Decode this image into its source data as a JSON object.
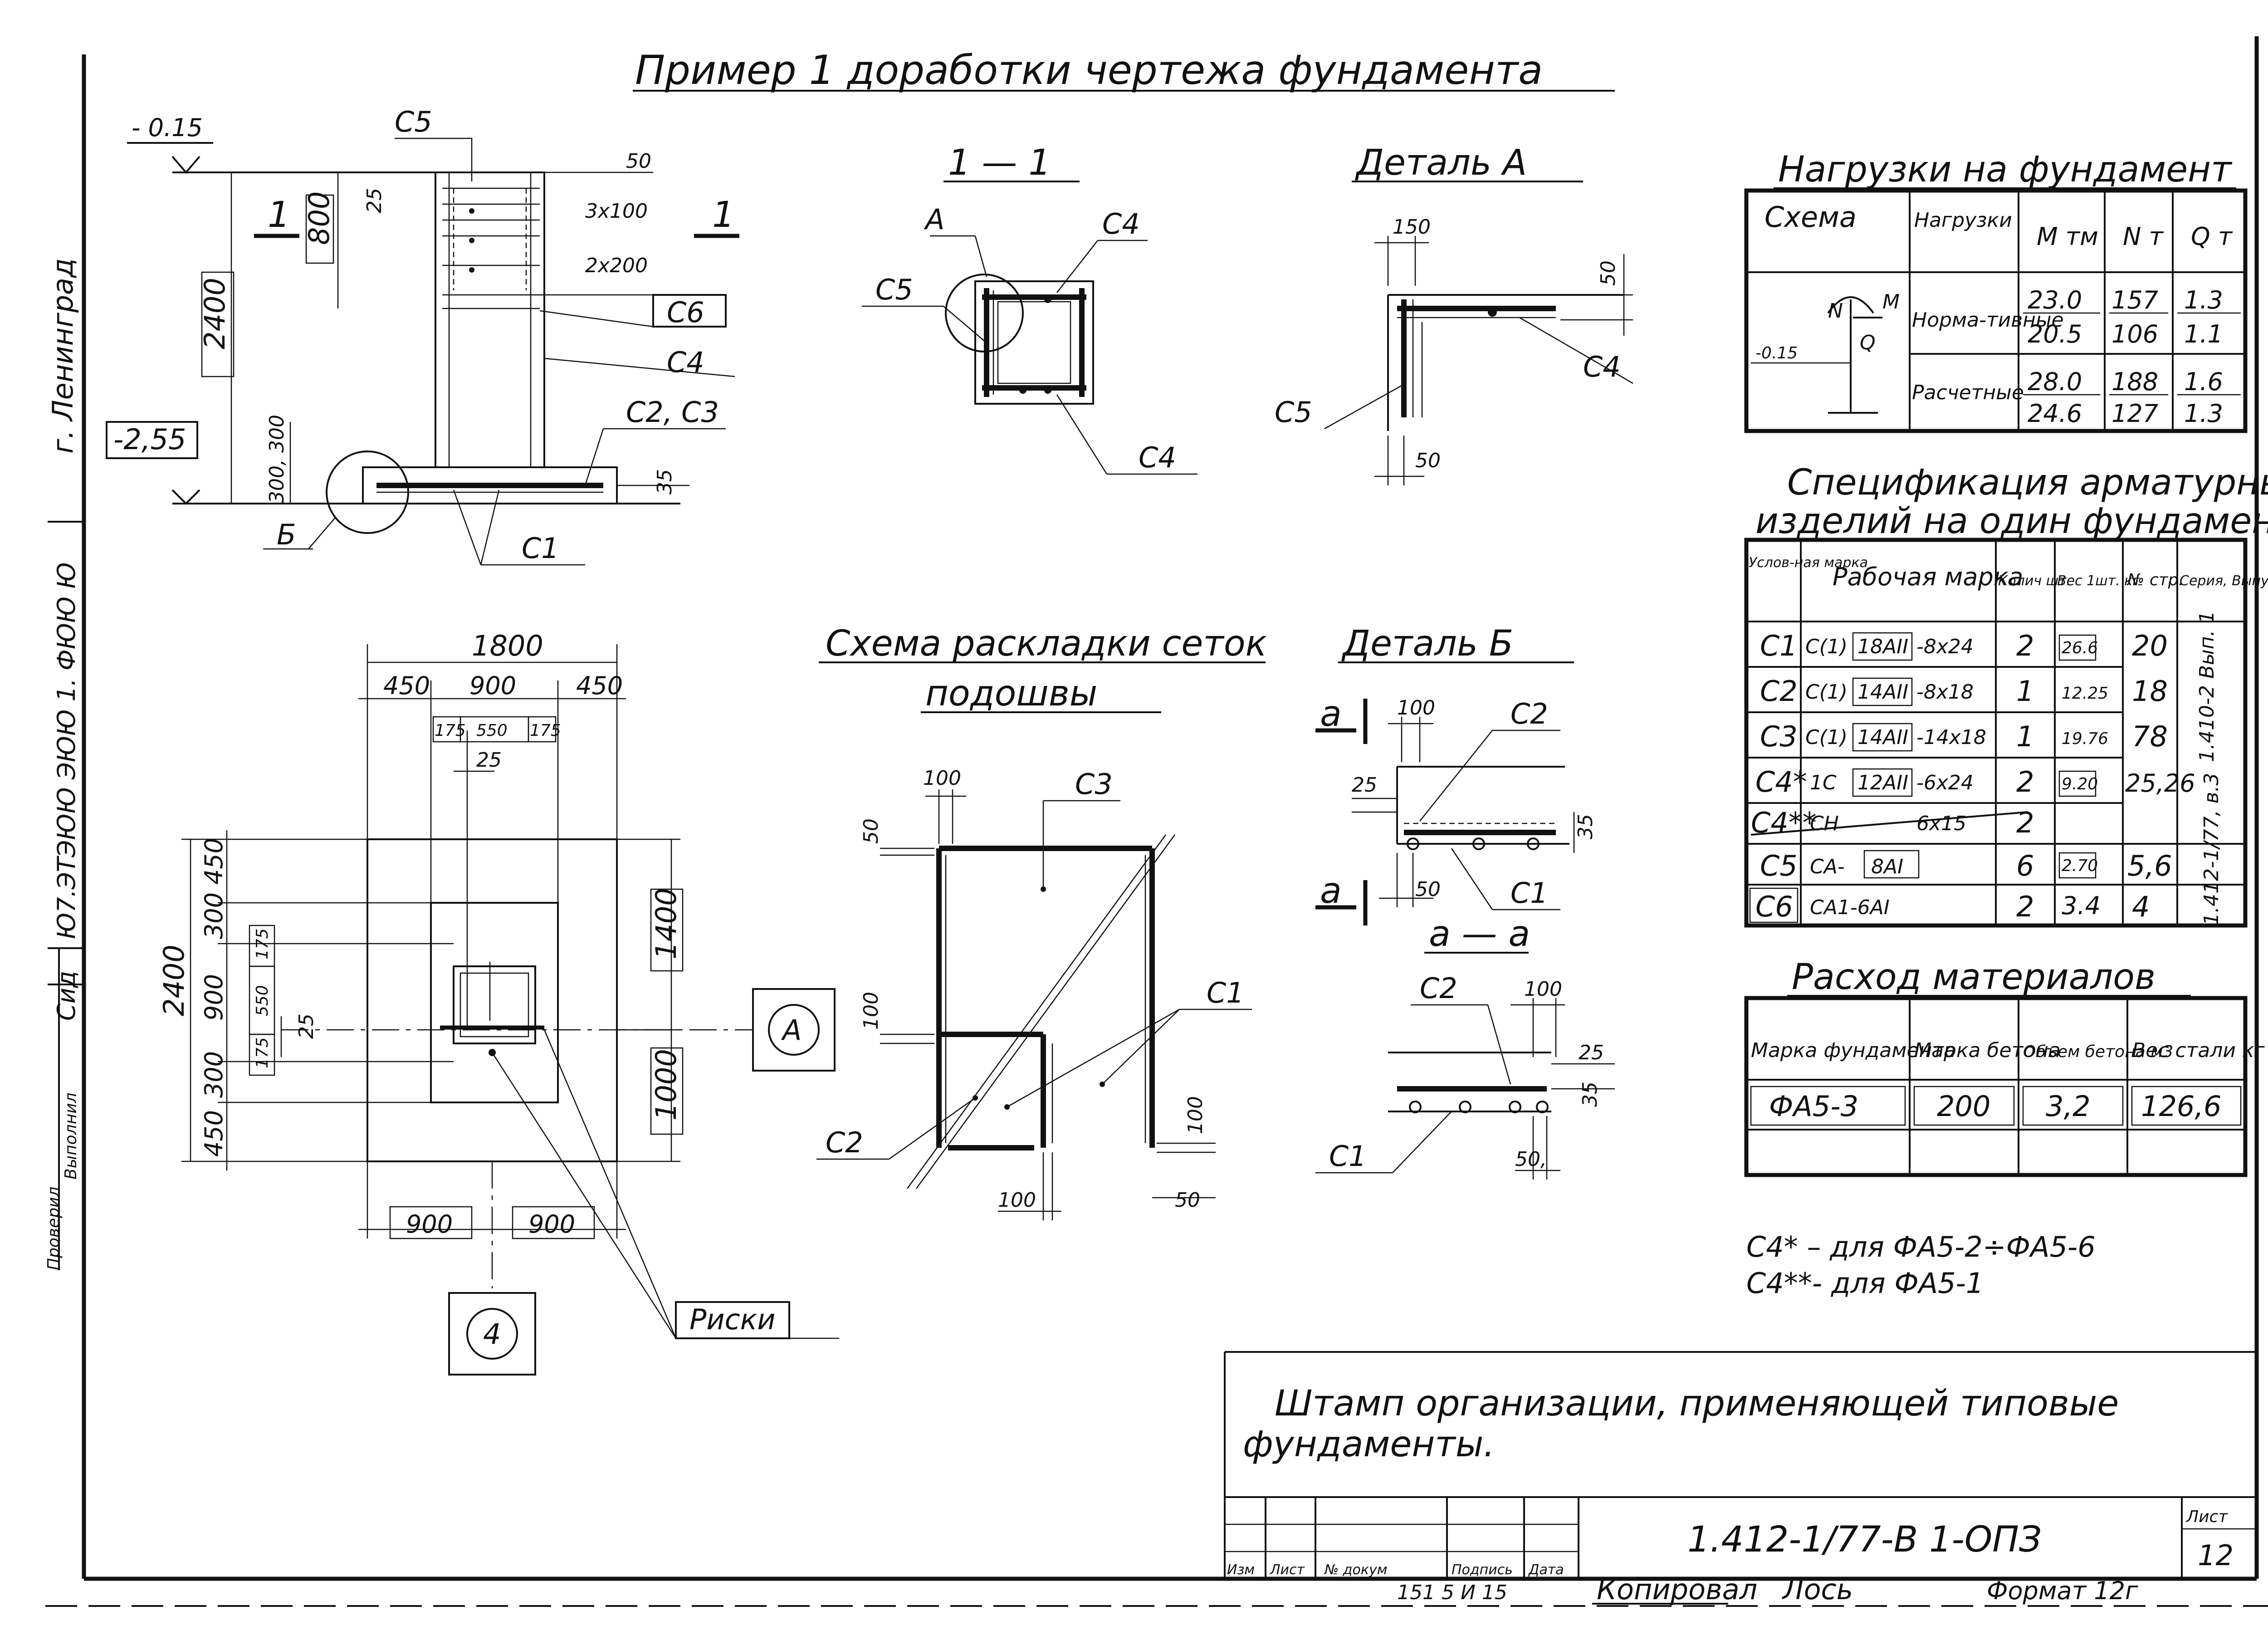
{
  "title": "Пример 1  доработки чертежа фундамента",
  "side": {
    "city": "г. Ленинград",
    "rotated_text": "Ю7.ЭТЭЮЮ   ЭЮЮ   1. ФЮЮ Ю",
    "check": "Проверил",
    "executed": "Выполнил",
    "signature_mark": "Сид"
  },
  "elevation": {
    "top_level": "- 0.15",
    "bottom_level": "-2,55",
    "height": "2400",
    "upper_zone": "800",
    "sub_300_300": "300, 300",
    "dim_25": "25",
    "dim_50": "50",
    "dim_3x100": "3x100",
    "dim_2x200": "2x200",
    "dim_35": "35",
    "c5": "С5",
    "c6": "С6",
    "c4": "С4",
    "c2c3": "С2, С3",
    "c1": "С1",
    "cut_mark": "1",
    "detail_b": "Б"
  },
  "section11": {
    "title": "1 — 1",
    "label_a": "А",
    "c4_top": "С4",
    "c5": "С5",
    "c4_bottom": "С4"
  },
  "detail_a": {
    "title": "Деталь А",
    "d150": "150",
    "d50_top": "50",
    "d50_bottom": "50",
    "c4": "С4",
    "c5": "С5"
  },
  "plan": {
    "width": "1800",
    "w450_left": "450",
    "w900": "900",
    "w450_right": "450",
    "w175_a": "175",
    "w550": "550",
    "w175_b": "175",
    "d25_top": "25",
    "height": "2400",
    "h450_top": "450",
    "h300_top": "300",
    "h175_a": "175",
    "h900": "900",
    "h550": "550",
    "h175_b": "175",
    "h300_bottom": "300",
    "h450_bottom": "450",
    "d25_left": "25",
    "right_1400": "1400",
    "right_1000": "1000",
    "axis_a": "А",
    "bottom_900_left": "900",
    "bottom_900_right": "900",
    "axis_4": "4",
    "marks": "Риски"
  },
  "mesh_scheme": {
    "title_line1": "Схема раскладки сеток",
    "title_line2": "подошвы",
    "d100_top": "100",
    "d50": "50",
    "c3": "С3",
    "d100_left": "100",
    "c1": "С1",
    "c2": "С2",
    "d100_bottom": "100",
    "d100_right": "100",
    "d50_right": "50"
  },
  "detail_b": {
    "title": "Деталь Б",
    "cut_a": "а",
    "d100": "100",
    "c2": "С2",
    "d25": "25",
    "d35": "35",
    "d50": "50",
    "c1": "С1",
    "section_title": "а — а",
    "s_c2": "С2",
    "s_d100": "100",
    "s_d25": "25",
    "s_d35": "35",
    "s_c1": "С1",
    "s_d50": "50,"
  },
  "loads": {
    "title": "Нагрузки на фундамент",
    "headers": [
      "Схема",
      "Нагрузки",
      "М тм",
      "N т",
      "Q т"
    ],
    "scheme_level": "-0.15",
    "scheme_n": "N",
    "scheme_m": "М",
    "scheme_q": "Q",
    "rows": [
      {
        "name": "Норма-тивные",
        "M": [
          "23.0",
          "20.5"
        ],
        "N": [
          "157",
          "106"
        ],
        "Q": [
          "1.3",
          "1.1"
        ]
      },
      {
        "name": "Расчетные",
        "M": [
          "28.0",
          "24.6"
        ],
        "N": [
          "188",
          "127"
        ],
        "Q": [
          "1.6",
          "1.3"
        ]
      }
    ]
  },
  "spec": {
    "title_line1": "Спецификация арматурных",
    "title_line2": "изделий на один фундамент",
    "headers": [
      "Услов-ная марка",
      "Рабочая марка",
      "Колич шт.",
      "Вес 1шт. кг",
      "№ стр.",
      "Серия, Выпуск"
    ],
    "rows": [
      {
        "mark": "С1",
        "work_prefix": "С(1)",
        "work_box": "18АII",
        "work_suffix": "-8х24",
        "qty": "2",
        "weight": "26.6",
        "page": "20"
      },
      {
        "mark": "С2",
        "work_prefix": "С(1)",
        "work_box": "14АII",
        "work_suffix": "-8х18",
        "qty": "1",
        "weight": "12.25",
        "page": "18"
      },
      {
        "mark": "С3",
        "work_prefix": "С(1)",
        "work_box": "14АII",
        "work_suffix": "-14х18",
        "qty": "1",
        "weight": "19.76",
        "page": "78"
      },
      {
        "mark": "С4*",
        "work_prefix": "1С",
        "work_box": "12АII",
        "work_suffix": "-6х24",
        "qty": "2",
        "weight": "9.20",
        "page": "25,26"
      },
      {
        "mark": "С4**",
        "work_prefix": "СН",
        "work_box": "",
        "work_suffix": "6х15",
        "qty": "2",
        "weight": "",
        "page": ""
      },
      {
        "mark": "С5",
        "work_prefix": "СА-",
        "work_box": "8АI",
        "work_suffix": "",
        "qty": "6",
        "weight": "2.70",
        "page": "5,6"
      },
      {
        "mark": "С6",
        "work_prefix": "СА1-6АI",
        "work_box": "",
        "work_suffix": "",
        "qty": "2",
        "weight": "3.4",
        "page": "4"
      }
    ],
    "series_1": "1.410-2 Вып. 1",
    "series_2": "1.412-1/77, в.3"
  },
  "materials": {
    "title": "Расход материалов",
    "headers": [
      "Марка фундамента",
      "Марка бетона",
      "Объем бетона м3",
      "Вес стали кг"
    ],
    "row": [
      "ФА5-3",
      "200",
      "3,2",
      "126,6"
    ]
  },
  "notes": {
    "note1": "С4* – для ФА5-2÷ФА5-6",
    "note2": "С4**- для ФА5-1"
  },
  "stamp": {
    "text_line1": "Штамп   организации,   применяющей   типовые",
    "text_line2": "фундаменты.",
    "code": "1.412-1/77-В 1-ОПЗ",
    "sheet_label": "Лист",
    "sheet_no": "12",
    "cols": [
      "Изм",
      "Лист",
      "№ докум",
      "Подпись",
      "Дата"
    ]
  },
  "footer": {
    "left_num": "151   5  И  15",
    "copied": "Копировал",
    "copier": "Лось",
    "format": "Формат  12г"
  }
}
